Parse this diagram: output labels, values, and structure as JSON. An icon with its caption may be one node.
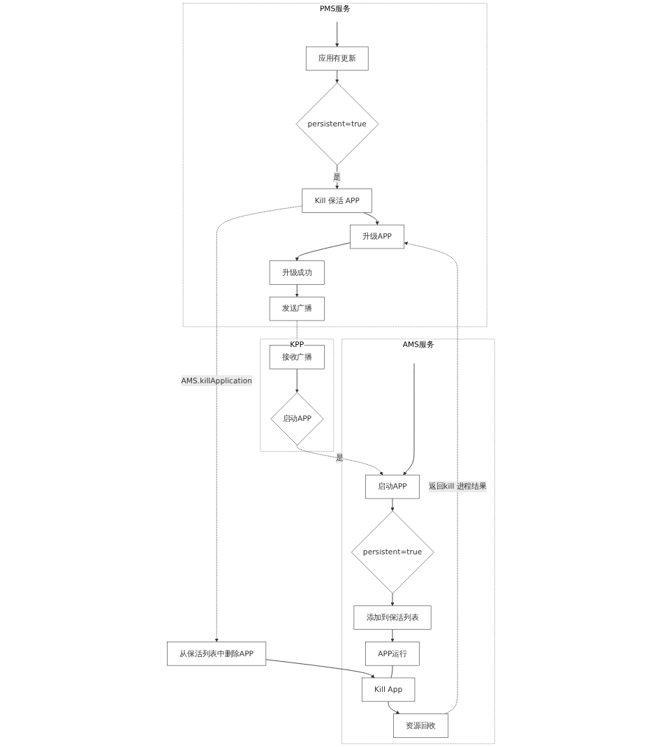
{
  "diagram": {
    "nodes": [
      {
        "text": [
          "PMS服务"
        ]
      },
      {
        "text": [
          "应用有更新"
        ],
        "in": 0
      },
      {
        "text": [
          "persistent=true"
        ],
        "in": 0
      },
      {
        "text": [
          "Kill 保活 APP"
        ],
        "in": 0
      },
      {
        "text": [
          "升级APP"
        ],
        "in": 0
      },
      {
        "text": [
          "升级成功"
        ],
        "in": 0
      },
      {
        "text": [
          "发送广播"
        ],
        "in": 0
      },
      {
        "text": [
          "AMS服务"
        ]
      },
      {
        "text": [
          "启动APP"
        ],
        "in": 7
      },
      {
        "text": [
          "persistent=true"
        ],
        "in": 7
      },
      {
        "text": [
          "添加到保活列表"
        ],
        "in": 7
      },
      {
        "text": [
          "APP运行"
        ],
        "in": 7
      },
      {
        "text": [
          "Kill App"
        ],
        "in": 7
      },
      {
        "text": [
          "资源回收"
        ],
        "in": 7
      },
      {
        "text": [
          "从保活列表中删除APP"
        ]
      },
      {
        "text": [
          "KPP"
        ]
      },
      {
        "text": [
          "接收广播"
        ],
        "in": 15
      },
      {
        "text": [
          "启动APP"
        ],
        "in": 15
      }
    ],
    "edges": [
      {
        "from": null,
        "to": 1,
        "arrow": "to"
      },
      {
        "from": 1,
        "to": 2,
        "arrow": "to"
      },
      {
        "from": 2,
        "to": 3,
        "arrow": "to",
        "label": "是"
      },
      {
        "from": 3,
        "to": 4,
        "arrow": "to"
      },
      {
        "from": 4,
        "to": 5,
        "arrow": "to"
      },
      {
        "from": 5,
        "to": 6,
        "arrow": "to"
      },
      {
        "from": 3,
        "to": 14,
        "arrow": "to",
        "label": "AMS.killApplication",
        "style": "dashed"
      },
      {
        "from": 14,
        "to": 12,
        "arrow": "to"
      },
      {
        "from": 13,
        "to": 4,
        "arrow": "to",
        "label": "返回kill 进程结果",
        "style": "dashed"
      },
      {
        "from": 6,
        "to": 16,
        "arrow": "to",
        "style": "dashed"
      },
      {
        "from": 16,
        "to": 17,
        "arrow": "to"
      },
      {
        "from": 17,
        "to": 8,
        "arrow": "to",
        "label": "是",
        "style": "dashed"
      },
      {
        "from": null,
        "to": 8,
        "arrow": "to"
      },
      {
        "from": 8,
        "to": 9,
        "arrow": "to"
      },
      {
        "from": 9,
        "to": 10,
        "arrow": "to"
      },
      {
        "from": 10,
        "to": 11,
        "arrow": "to"
      },
      {
        "from": 11,
        "to": 12,
        "arrow": "none"
      },
      {
        "from": 12,
        "to": 13,
        "arrow": "to"
      }
    ]
  }
}
